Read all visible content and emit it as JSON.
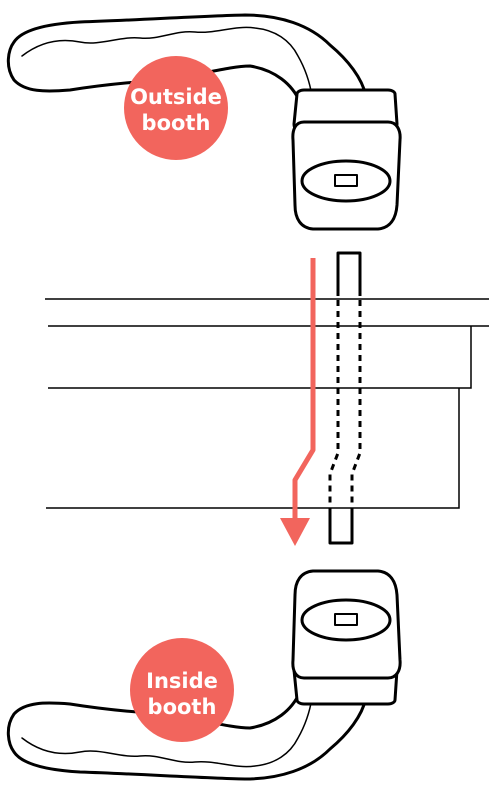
{
  "labels": {
    "outside_line1": "Outside",
    "outside_line2": "booth",
    "inside_line1": "Inside",
    "inside_line2": "booth"
  },
  "colors": {
    "badge": "#f2655d",
    "arrow": "#f2655d",
    "stroke": "#000000",
    "background": "#ffffff"
  }
}
